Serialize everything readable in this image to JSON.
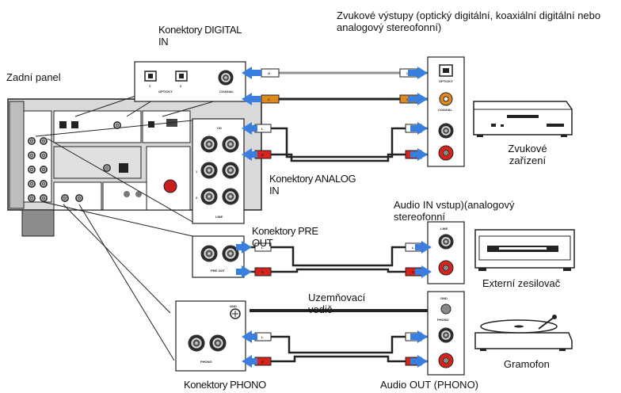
{
  "labels": {
    "rear_panel": "Zadní panel",
    "digital_in": "Konektory DIGITAL IN",
    "audio_outputs": "Zvukové výstupy (optický digitální, koaxiální digitální nebo analogový stereofonní)",
    "audio_device": "Zvukové zařízení",
    "analog_in": "Konektory ANALOG IN",
    "audio_in_input": "Audio IN vstup)(analogový stereofonní",
    "pre_out": "Konektory PRE OUT",
    "external_amp": "Externí zesilovač",
    "ground_wire": "Uzemňovací vodič",
    "turntable": "Gramofon",
    "phono_connectors": "Konektory PHONO",
    "audio_out_phono": "Audio OUT (PHONO)"
  },
  "panel_text": {
    "optical": "OPTICKÝ",
    "coaxial": "COAXIAL",
    "port_1": "1",
    "port_2": "2",
    "line": "LINE",
    "pre_out": "PRE OUT",
    "phono": "PHONO",
    "gnd": "GND",
    "cd": "CD",
    "line_1": "1",
    "line_2": "2",
    "plug_o": "O",
    "plug_c": "C",
    "plug_l": "L",
    "plug_r": "R"
  },
  "colors": {
    "arrow": "#3a7fe0",
    "coax": "#e08a1e",
    "left_channel": "#ffffff",
    "right_channel": "#d8231c"
  }
}
